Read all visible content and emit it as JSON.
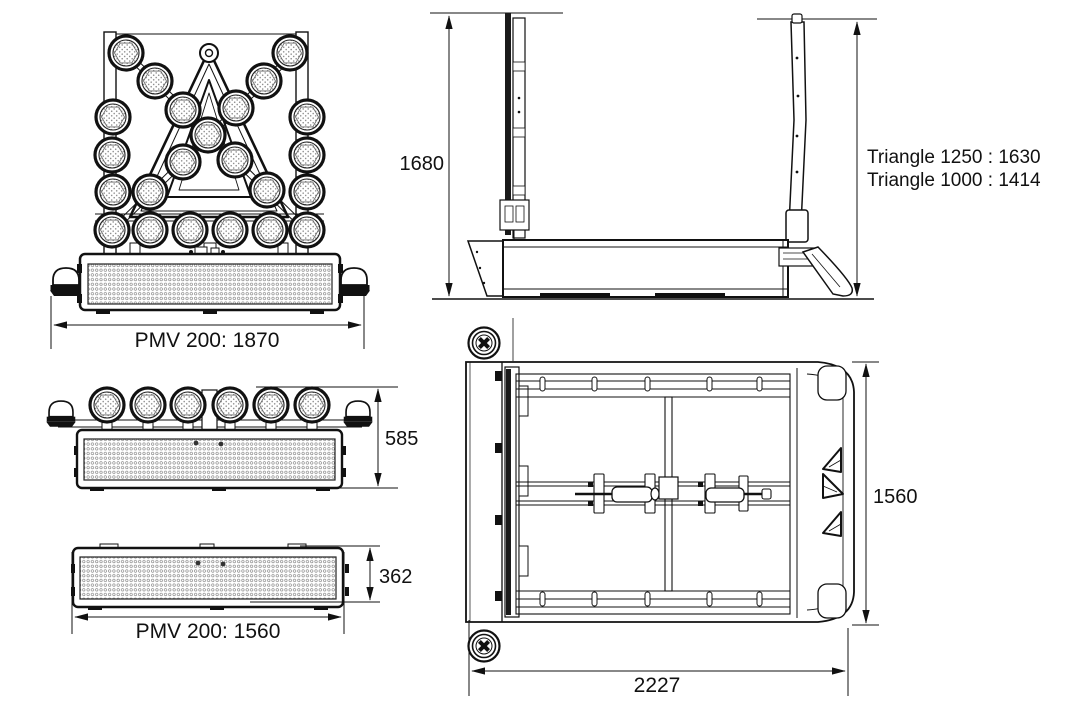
{
  "product": "PMV 200",
  "colors": {
    "line": "#111111",
    "background": "#ffffff"
  },
  "views": {
    "front_deployed": {
      "dim_width_label": "PMV 200: 1870"
    },
    "side": {
      "dim_height_label": "1680",
      "note_line1": "Triangle 1250 : 1630",
      "note_line2": "Triangle 1000 : 1414"
    },
    "front_folded": {
      "dim_height_label": "585"
    },
    "panel_only": {
      "dim_height_label": "362",
      "dim_width_label": "PMV 200: 1560"
    },
    "top": {
      "dim_height_label": "1560",
      "dim_width_label": "2227"
    }
  }
}
